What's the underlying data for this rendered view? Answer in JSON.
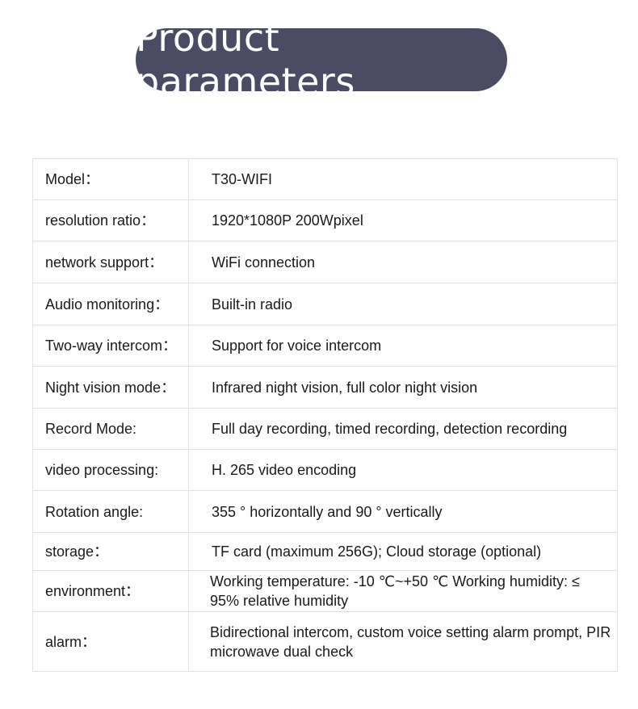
{
  "title": "Product parameters",
  "rows": [
    {
      "label": "Model：",
      "value": "T30-WIFI"
    },
    {
      "label": "resolution ratio：",
      "value": "1920*1080P 200Wpixel"
    },
    {
      "label": "network support：",
      "value": "WiFi connection"
    },
    {
      "label": "Audio monitoring：",
      "value": "Built-in radio"
    },
    {
      "label": "Two-way intercom：",
      "value": "Support for voice intercom"
    },
    {
      "label": "Night vision mode：",
      "value": "Infrared night vision, full color night vision"
    },
    {
      "label": "Record Mode:",
      "value": "Full day recording, timed recording, detection recording"
    },
    {
      "label": "video processing:",
      "value": "H. 265 video encoding"
    },
    {
      "label": "Rotation angle:",
      "value": "355 ° horizontally and 90 ° vertically"
    },
    {
      "label": "storage：",
      "value": "TF card (maximum 256G); Cloud storage (optional)"
    },
    {
      "label": "environment：",
      "value": "Working temperature: -10 ℃~+50 ℃ Working humidity: ≤ 95% relative humidity"
    },
    {
      "label": "alarm：",
      "value": "Bidirectional intercom, custom voice setting alarm prompt, PIR microwave dual check"
    }
  ]
}
